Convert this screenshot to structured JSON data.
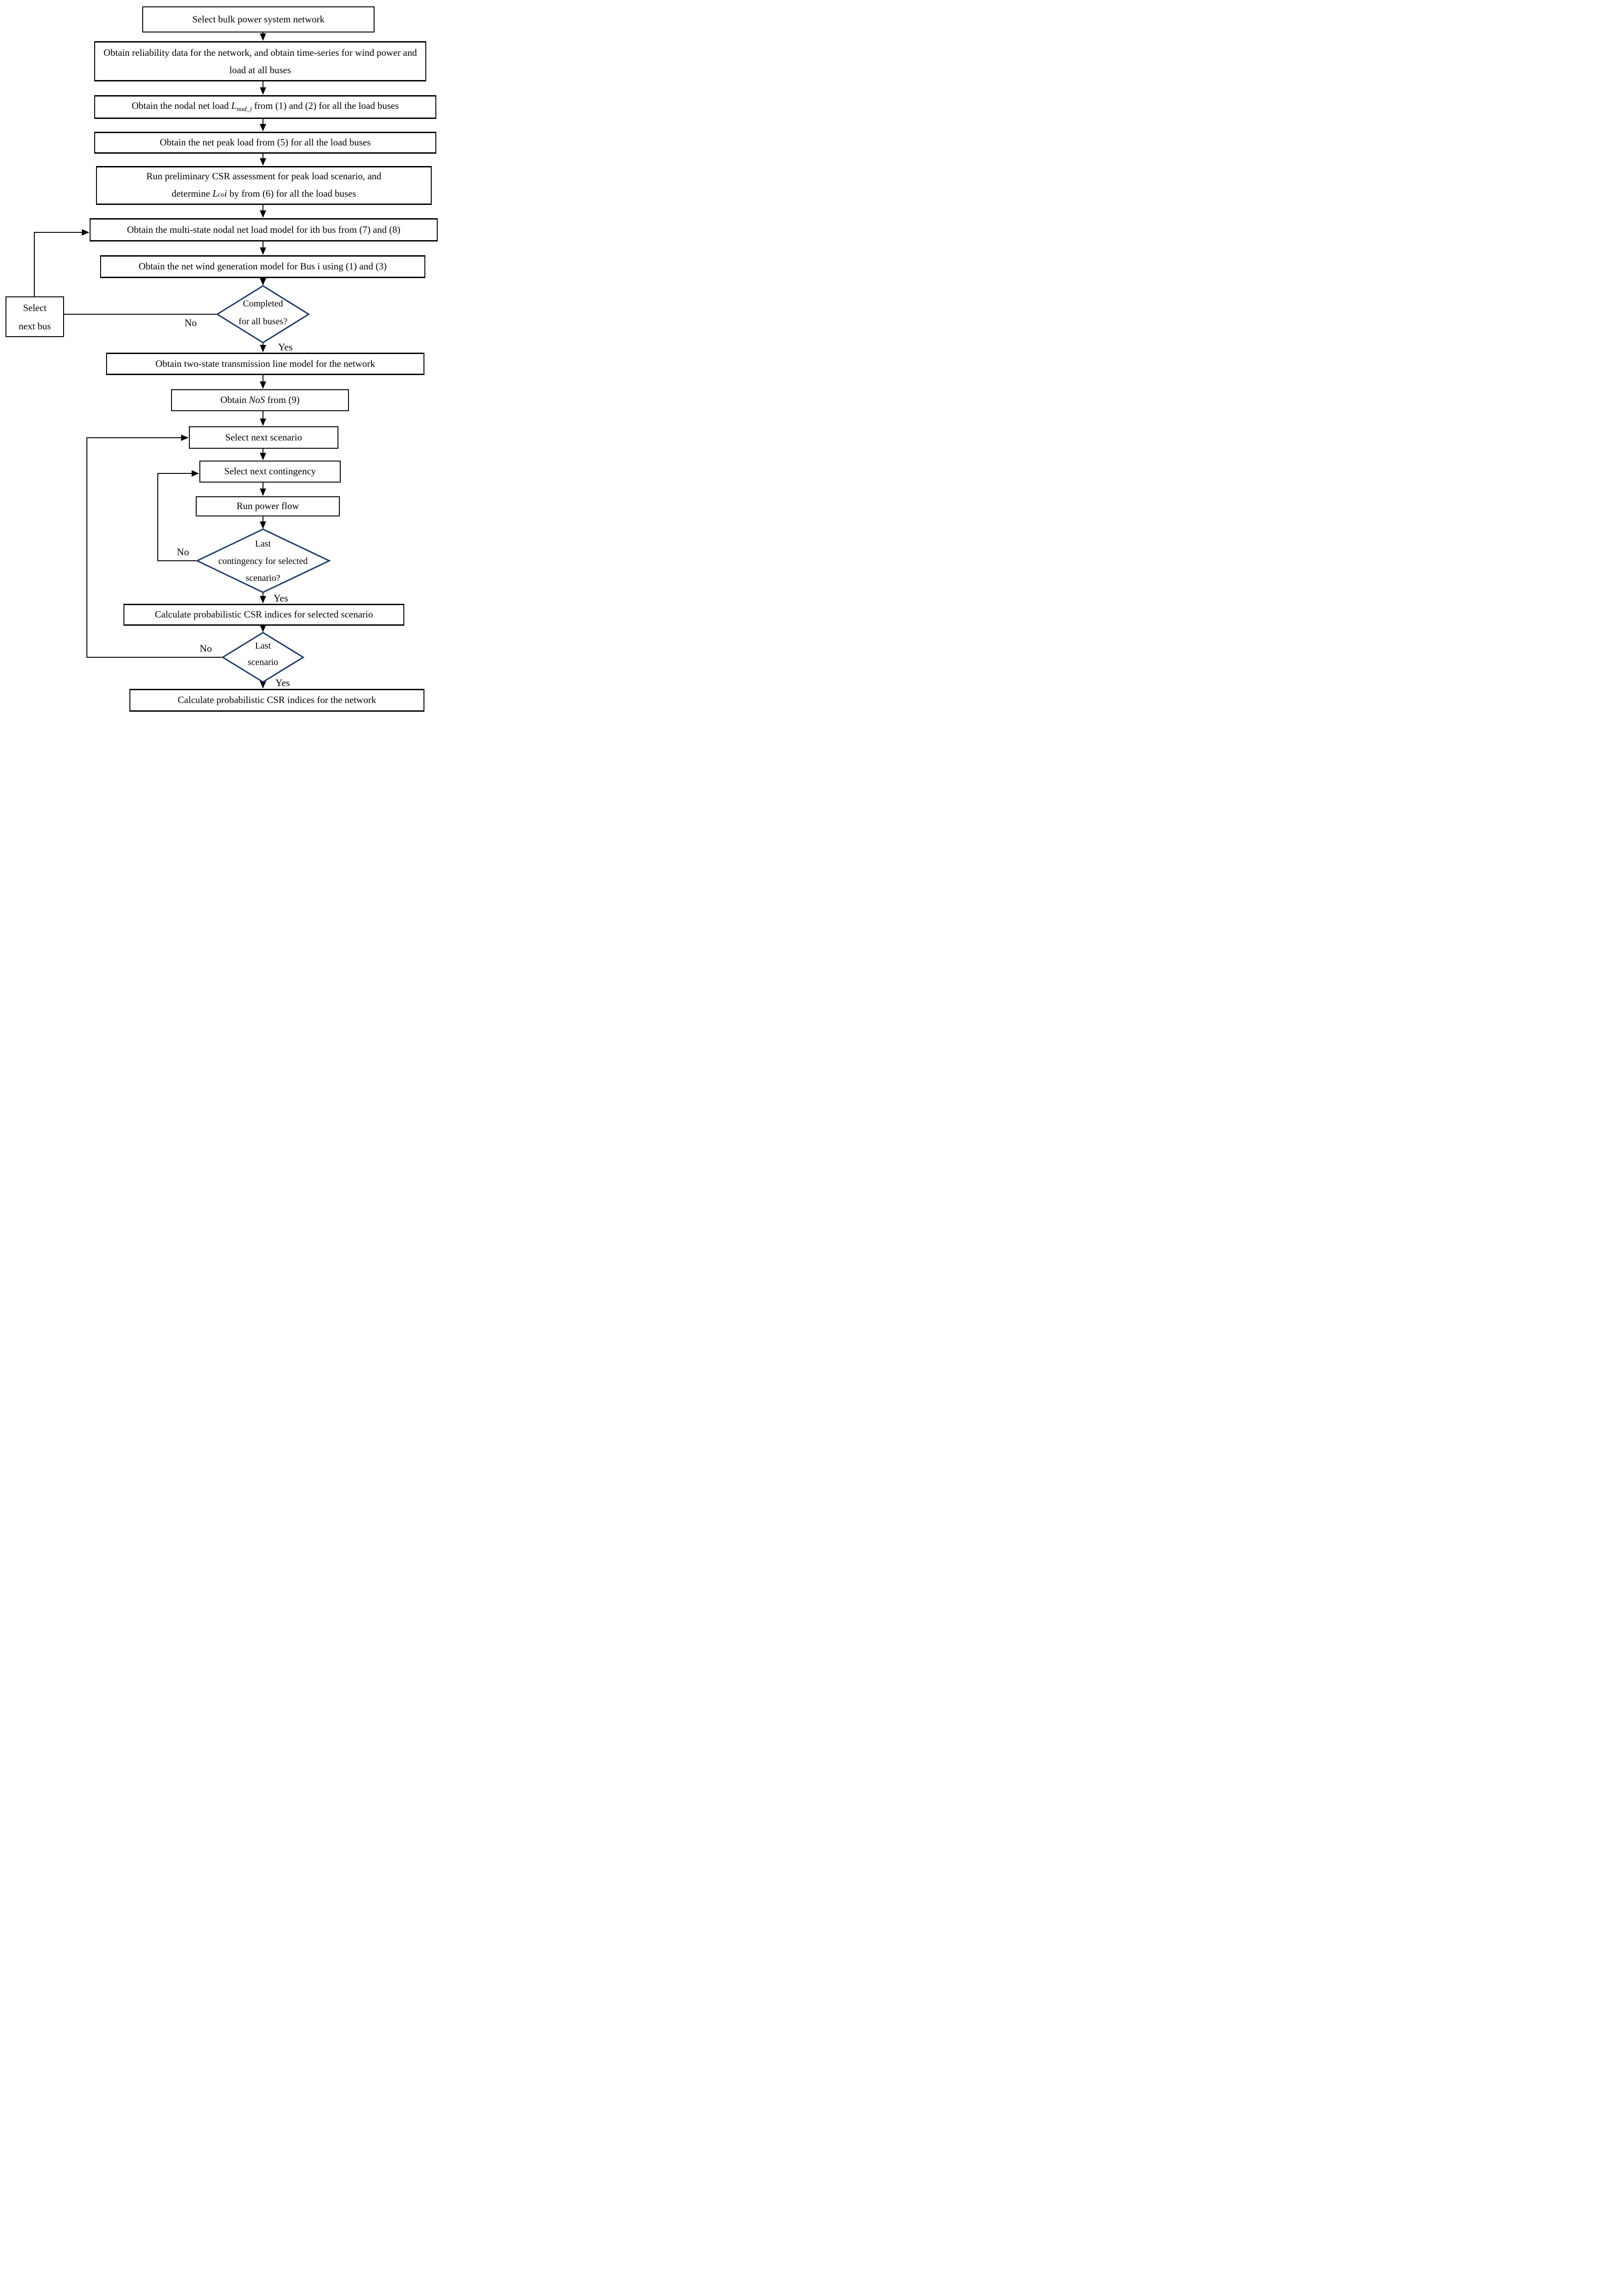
{
  "colors": {
    "box_border": "#000000",
    "decision_border": "#1f3864",
    "connector": "#000000",
    "text": "#000000",
    "background": "#ffffff"
  },
  "nodes": {
    "select_network": {
      "label": "Select bulk power system network"
    },
    "obtain_reliability": {
      "label": "Obtain reliability data for the network, and obtain time-series for wind power and load at all buses"
    },
    "obtain_nodal_net_load": {
      "prefix": "Obtain the nodal net load ",
      "var_main": "L",
      "var_sub": "nod_i",
      "suffix": " from (1) and (2) for all the load buses"
    },
    "obtain_net_peak": {
      "label": "Obtain the net peak load from (5) for all the load buses"
    },
    "run_preliminary": {
      "line1": "Run preliminary CSR assessment for peak load scenario, and",
      "line2_prefix": "determine ",
      "var_l": "L",
      "var_co": "co",
      "var_i": "i",
      "line2_suffix": " by from (6) for all the load buses"
    },
    "obtain_multistate": {
      "label": "Obtain the multi-state nodal net load model for ith bus from (7) and (8)"
    },
    "obtain_wind": {
      "label": "Obtain the net wind generation model for Bus i using (1) and (3)"
    },
    "decision_buses": {
      "line1": "Completed",
      "line2": "for all buses?"
    },
    "select_next_bus": {
      "line1": "Select",
      "line2": "next bus"
    },
    "obtain_two_state": {
      "label": "Obtain two-state transmission line model for the network"
    },
    "obtain_nos": {
      "prefix": "Obtain ",
      "var": "NoS",
      "suffix": " from (9)"
    },
    "select_next_scenario": {
      "label": "Select next scenario"
    },
    "select_next_contingency": {
      "label": "Select next contingency"
    },
    "run_power_flow": {
      "label": "Run power flow"
    },
    "decision_contingency": {
      "line1": "Last",
      "line2": "contingency for selected",
      "line3": "scenario?"
    },
    "calc_scenario": {
      "label": "Calculate probabilistic CSR indices for selected scenario"
    },
    "decision_scenario": {
      "line1": "Last",
      "line2": "scenario"
    },
    "calc_network": {
      "label": "Calculate probabilistic CSR indices for the network"
    }
  },
  "edge_labels": {
    "d1_no": "No",
    "d1_yes": "Yes",
    "d2_no": "No",
    "d2_yes": "Yes",
    "d3_no": "No",
    "d3_yes": "Yes"
  }
}
